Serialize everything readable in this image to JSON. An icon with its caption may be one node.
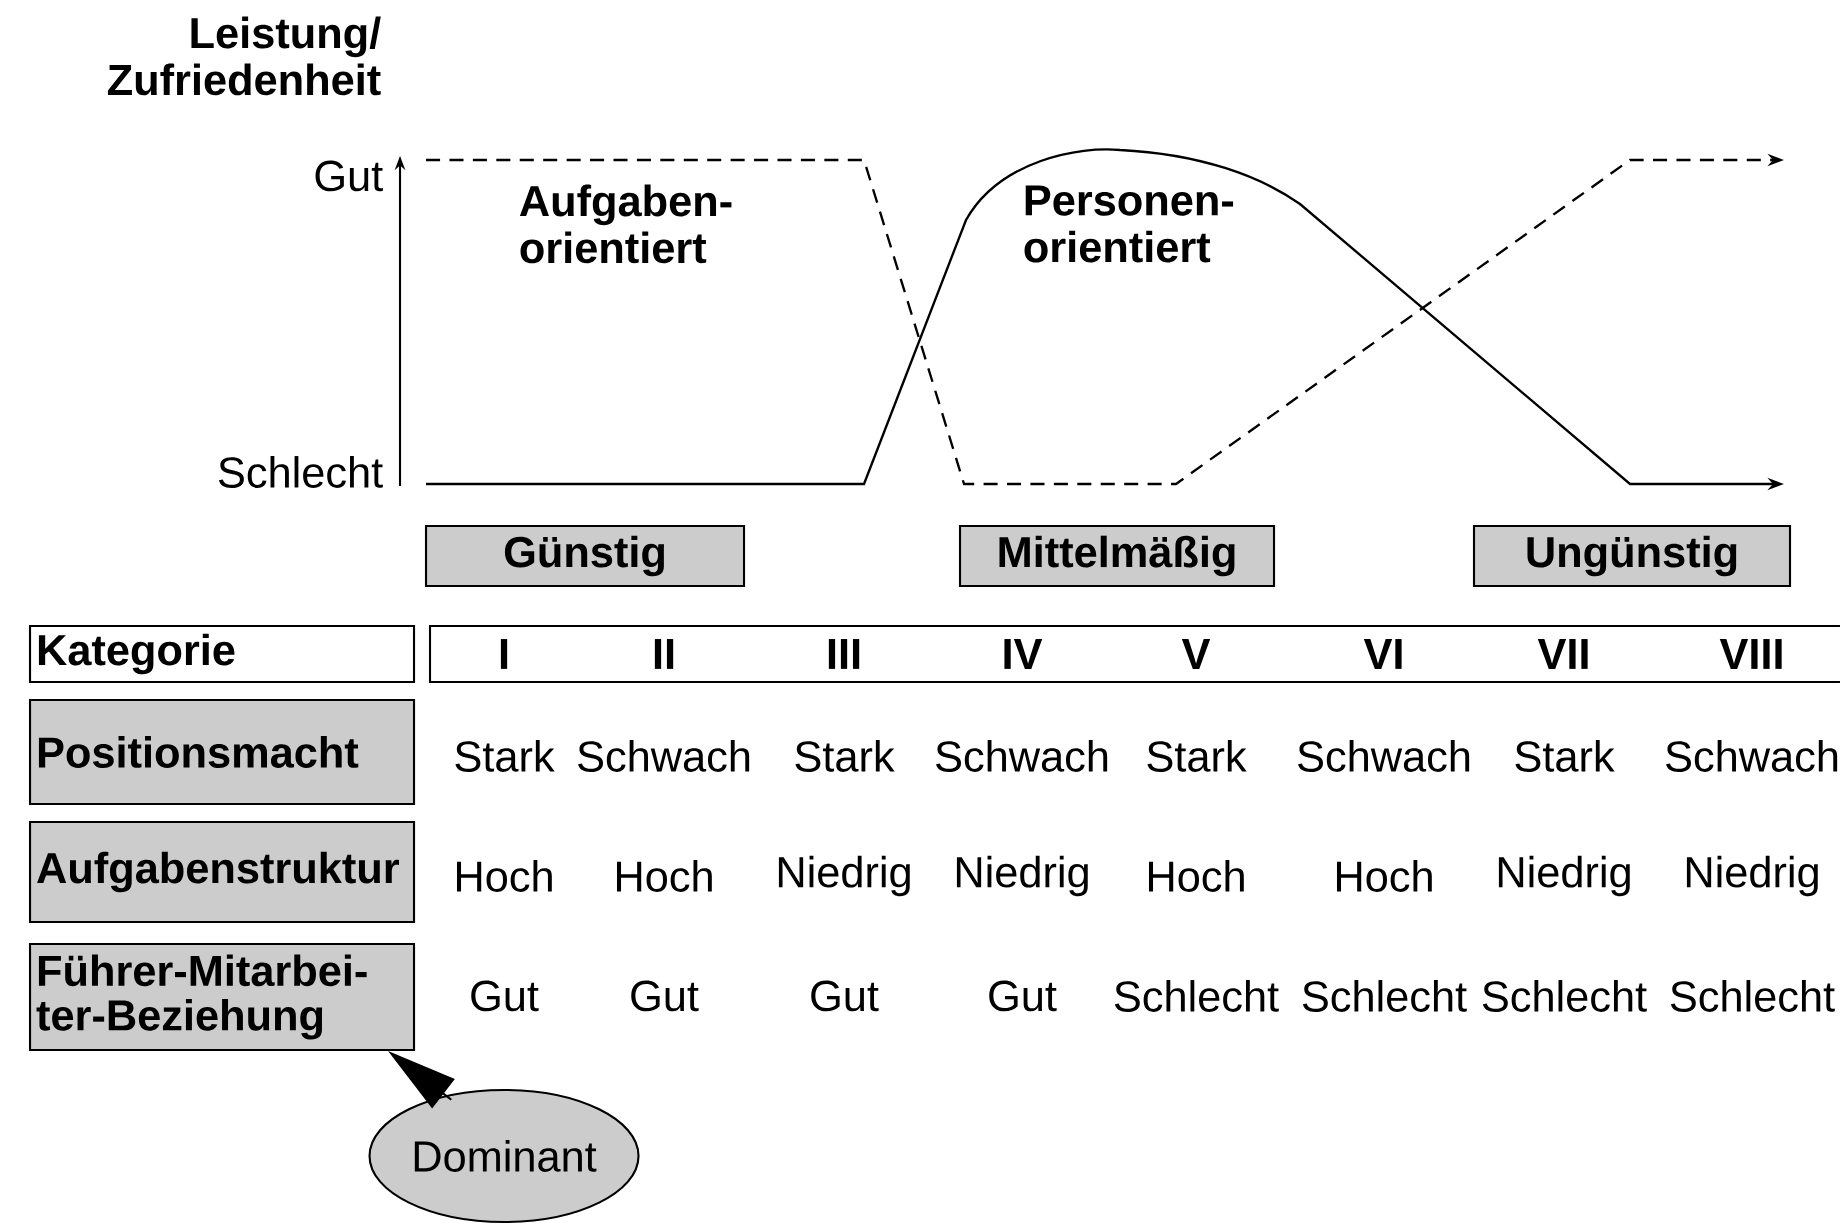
{
  "diagram": {
    "nodes": [
      {
        "text": [
          "Günstig"
        ]
      },
      {
        "text": [
          "Mittelmäßig"
        ]
      },
      {
        "text": [
          "Ungünstig"
        ]
      },
      {
        "text": [
          "Kategorie"
        ]
      },
      {
        "text": [
          "I",
          "II",
          "III",
          "IV",
          "V",
          "VI",
          "VII",
          "VIII"
        ]
      },
      {
        "text": [
          "Positionsmacht"
        ]
      },
      {
        "text": [
          "Aufgabenstruktur"
        ]
      },
      {
        "text": [
          "Führer-Mitarbei- ter-Beziehung"
        ]
      },
      {
        "text": [
          "Dominant"
        ]
      }
    ],
    "edges": [
      {
        "from": 8,
        "to": 7,
        "arrow": "to"
      }
    ],
    "labels": [
      "Leistung/ Zufriedenheit",
      "Gut",
      "Aufgaben- orientiert",
      "Personen- orientiert",
      "Schlecht",
      "Stark",
      "Schwach",
      "Stark",
      "Schwach",
      "Stark",
      "Schwach",
      "Stark",
      "Schwach",
      "Hoch",
      "Hoch",
      "Niedrig",
      "Niedrig",
      "Hoch",
      "Hoch",
      "Niedrig",
      "Niedrig",
      "Gut",
      "Gut",
      "Gut",
      "Gut",
      "Schlecht",
      "Schlecht",
      "Schlecht",
      "Schlecht"
    ]
  }
}
